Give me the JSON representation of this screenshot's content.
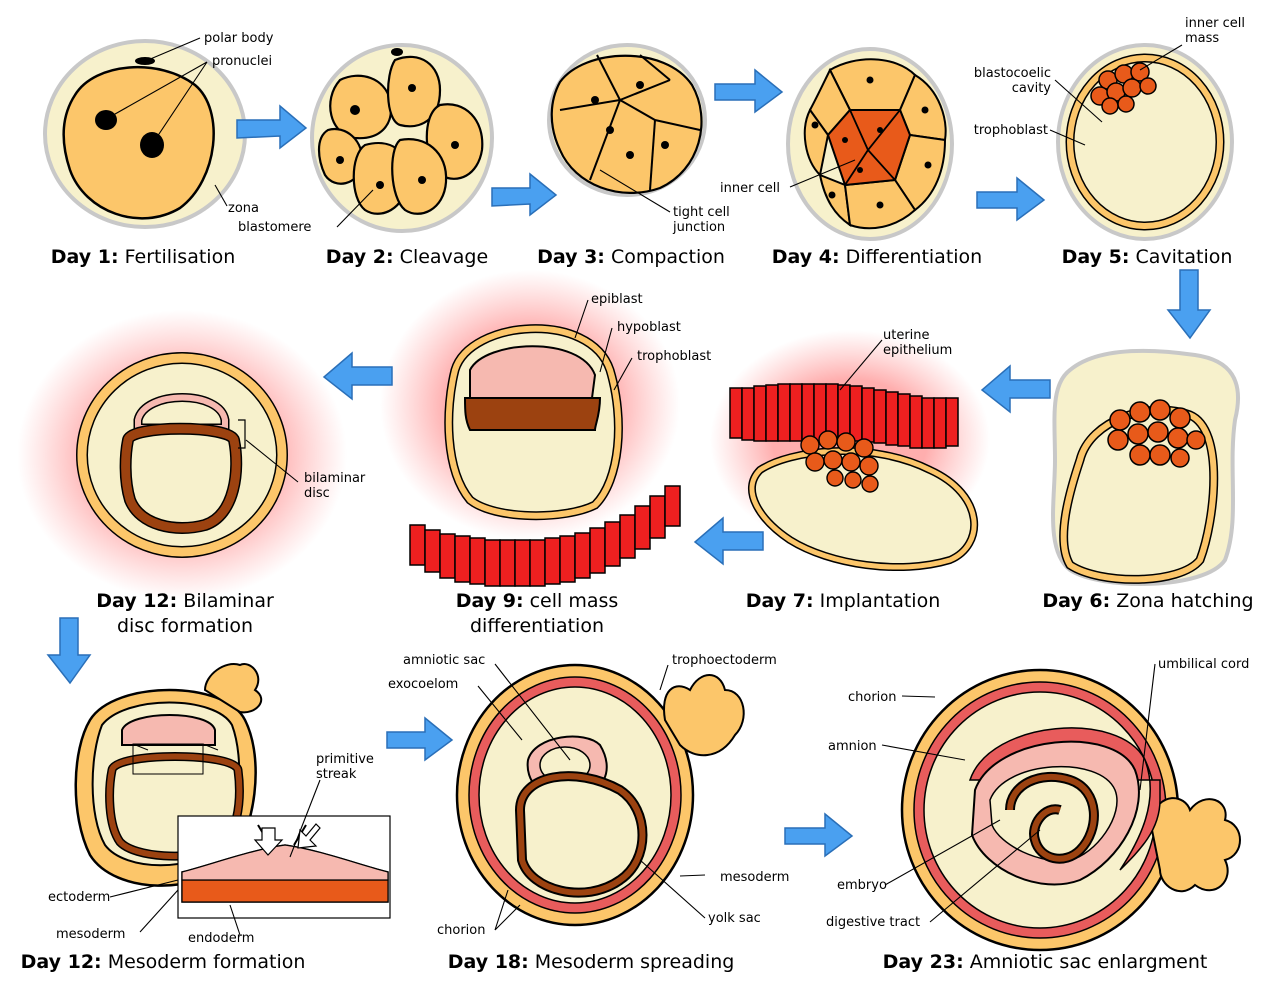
{
  "stages": [
    {
      "day": "Day 1:",
      "name": "Fertilisation"
    },
    {
      "day": "Day 2:",
      "name": "Cleavage"
    },
    {
      "day": "Day 3:",
      "name": "Compaction"
    },
    {
      "day": "Day 4:",
      "name": "Differentiation"
    },
    {
      "day": "Day 5:",
      "name": "Cavitation"
    },
    {
      "day": "Day 6:",
      "name": "Zona hatching"
    },
    {
      "day": "Day 7:",
      "name": "Implantation"
    },
    {
      "day": "Day 9:",
      "name": "cell mass",
      "name2": "differentiation"
    },
    {
      "day": "Day 12:",
      "name": "Bilaminar",
      "name2": "disc formation"
    },
    {
      "day": "Day 12:",
      "name": "Mesoderm formation"
    },
    {
      "day": "Day 18:",
      "name": "Mesoderm spreading"
    },
    {
      "day": "Day 23:",
      "name": "Amniotic sac enlargment"
    }
  ],
  "labels": {
    "polar_body": "polar body",
    "pronuclei": "pronuclei",
    "zona": "zona",
    "blastomere": "blastomere",
    "tight_cell": "tight cell",
    "junction": "junction",
    "inner_cell": "inner cell",
    "inner_cell_mass_1": "inner cell",
    "inner_cell_mass_2": "mass",
    "blastocoelic_1": "blastocoelic",
    "blastocoelic_2": "cavity",
    "trophoblast_d5": "trophoblast",
    "epiblast": "epiblast",
    "hypoblast": "hypoblast",
    "trophoblast_d9": "trophoblast",
    "uterine_1": "uterine",
    "uterine_2": "epithelium",
    "bilaminar_1": "bilaminar",
    "bilaminar_2": "disc",
    "primitive_1": "primitive",
    "primitive_2": "streak",
    "ectoderm": "ectoderm",
    "mesoderm_d12": "mesoderm",
    "endoderm": "endoderm",
    "amniotic_sac": "amniotic sac",
    "exocoelom": "exocoelom",
    "trophoectoderm": "trophoectoderm",
    "mesoderm_d18": "mesoderm",
    "yolk_sac": "yolk sac",
    "chorion_d18": "chorion",
    "umbilical_cord": "umbilical cord",
    "chorion_d23": "chorion",
    "amnion": "amnion",
    "embryo": "embryo",
    "digestive_tract": "digestive tract"
  },
  "colors": {
    "zona": "#f7f1cc",
    "cell": "#fcc66a",
    "inner": "#e85a1a",
    "epi": "#f6b9b0",
    "hypo": "#9c4210",
    "uterus": "#ee2020",
    "meso": "#e85c5c",
    "arrow": "#4aa0f0"
  }
}
